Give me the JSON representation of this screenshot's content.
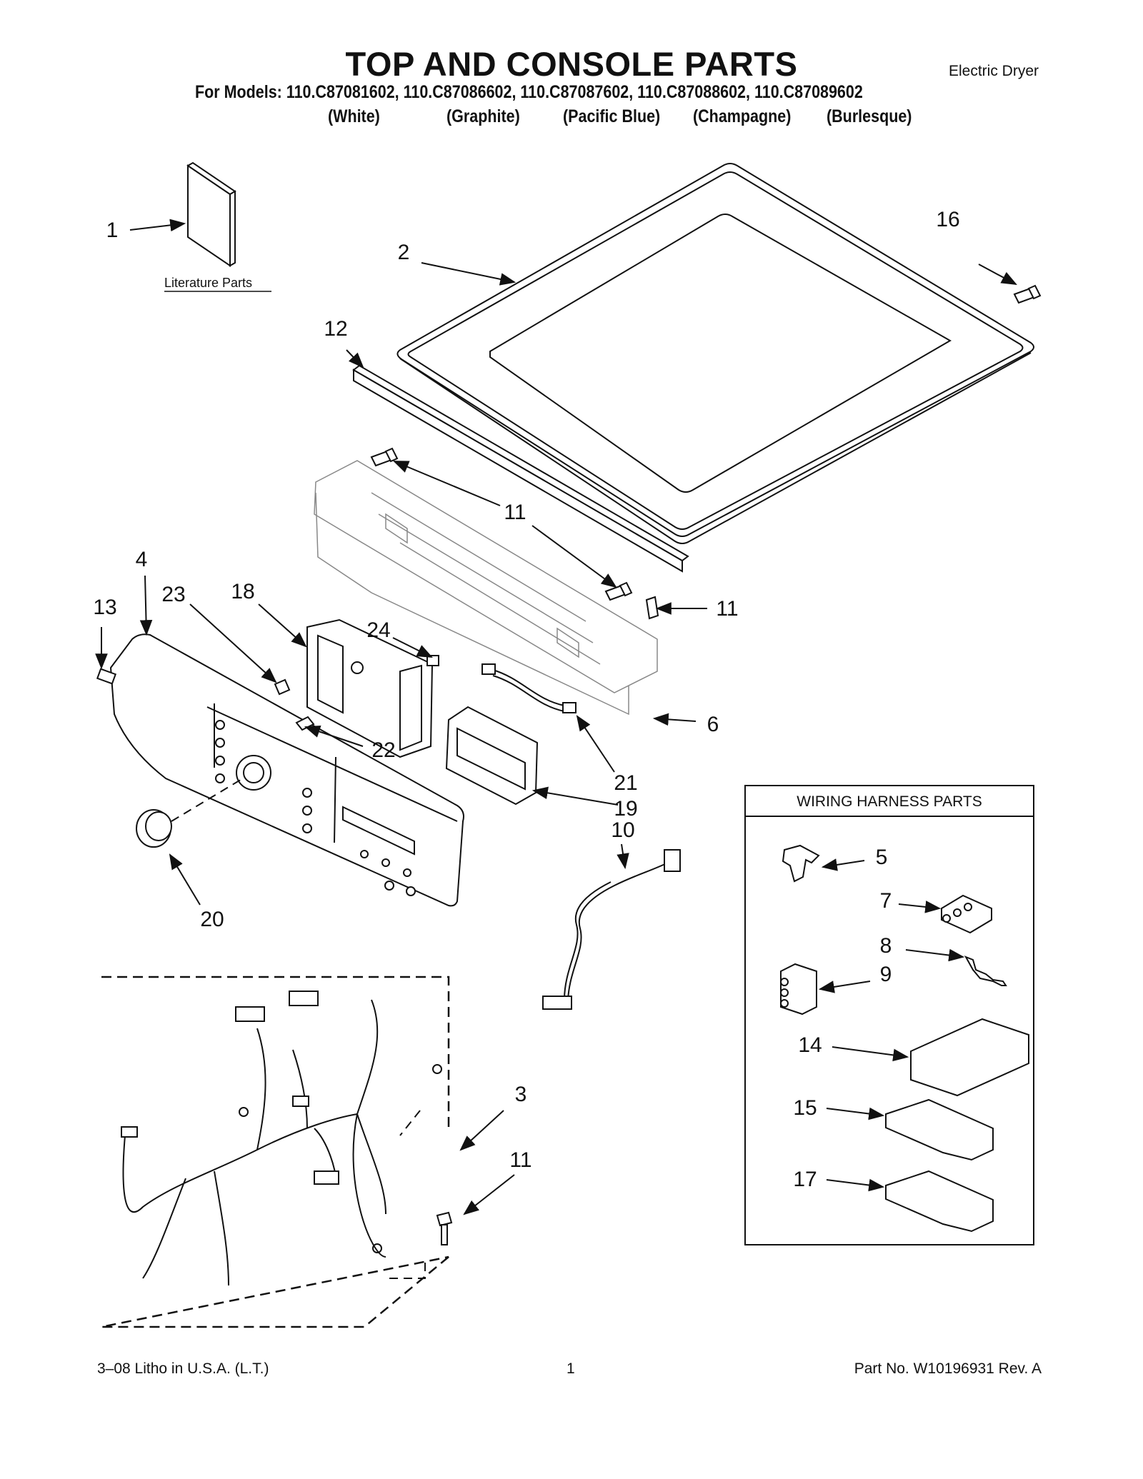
{
  "header": {
    "title": "TOP AND CONSOLE PARTS",
    "subtitle": "Electric Dryer",
    "models_line": "For Models: 110.C87081602, 110.C87086602, 110.C87087602, 110.C87088602, 110.C87089602",
    "colors": [
      "(White)",
      "(Graphite)",
      "(Pacific Blue)",
      "(Champagne)",
      "(Burlesque)"
    ]
  },
  "diagram": {
    "literature_label": "Literature Parts",
    "wiring_box_title": "WIRING HARNESS PARTS",
    "callouts": [
      "1",
      "2",
      "16",
      "12",
      "11",
      "11",
      "11",
      "4",
      "23",
      "18",
      "13",
      "24",
      "6",
      "22",
      "21",
      "19",
      "10",
      "20",
      "3",
      "11",
      "5",
      "7",
      "8",
      "9",
      "14",
      "15",
      "17"
    ]
  },
  "footer": {
    "left": "3–08 Litho in U.S.A. (L.T.)",
    "center": "1",
    "right": "Part No. W10196931 Rev. A"
  }
}
